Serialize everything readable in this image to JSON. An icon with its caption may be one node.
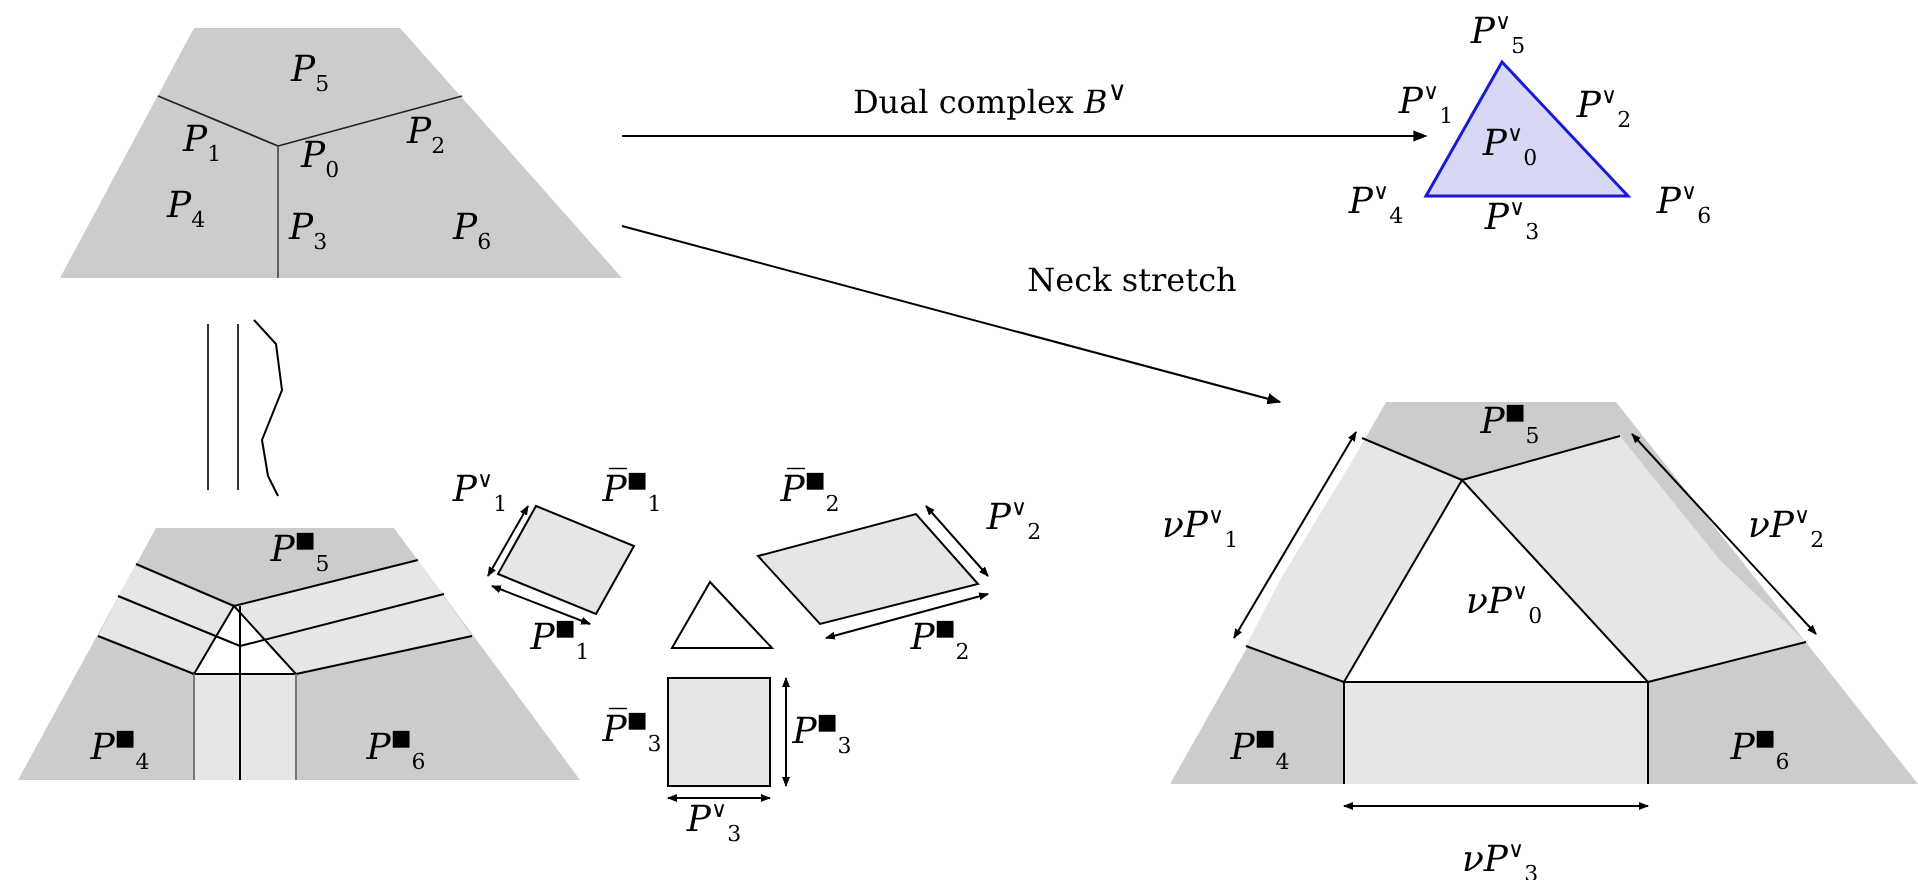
{
  "diagram": {
    "nodes": [
      {
        "text": [
          "*P*$_{5}$",
          "*P*$_{1}$",
          "*P*$_{0}$",
          "*P*$_{2}$",
          "*P*$_{4}$",
          "*P*$_{3}$",
          "*P*$_{6}$"
        ]
      },
      {
        "text": [
          "*P*$^{∨}$$_{0}$"
        ],
        "beside": [
          "*P*$^{∨}$$_{5}$",
          "*P*$^{∨}$$_{1}$",
          "*P*$^{∨}$$_{2}$",
          "*P*$^{∨}$$_{4}$",
          "*P*$^{∨}$$_{3}$",
          "*P*$^{∨}$$_{6}$"
        ]
      },
      {
        "text": [
          "*P*$^{■}$$_{5}$",
          "*νP*$^{∨}$$_{0}$",
          "*P*$^{■}$$_{4}$",
          "*P*$^{■}$$_{6}$"
        ],
        "beside": [
          "*νP*$^{∨}$$_{1}$",
          "*νP*$^{∨}$$_{2}$",
          "*νP*$^{∨}$$_{3}$"
        ]
      },
      {
        "text": [
          "*P*$^{■}$$_{5}$",
          "*P*$^{■}$$_{4}$",
          "*P*$^{■}$$_{6}$"
        ]
      },
      {
        "text": [],
        "shape": "box",
        "beside": [
          "*P*$^{∨}$$_{1}$",
          "*P̅*$^{■}$$_{1}$",
          "*P*$^{■}$$_{1}$"
        ]
      },
      {
        "text": [],
        "shape": "box",
        "beside": [
          "*P̅*$^{■}$$_{2}$",
          "*P*$^{∨}$$_{2}$",
          "*P*$^{■}$$_{2}$"
        ]
      },
      {
        "text": [],
        "shape": "triangle"
      },
      {
        "text": [],
        "shape": "box",
        "beside": [
          "*P̅*$^{■}$$_{3}$",
          "*P*$^{■}$$_{3}$",
          "*P*$^{∨}$$_{3}$"
        ]
      }
    ],
    "edges": [
      {
        "from": 0,
        "to": 1,
        "arrow": "to",
        "label": "Dual complex *B*$^{∨}$"
      },
      {
        "from": 0,
        "to": 2,
        "arrow": "to",
        "label": "Neck stretch"
      }
    ]
  }
}
